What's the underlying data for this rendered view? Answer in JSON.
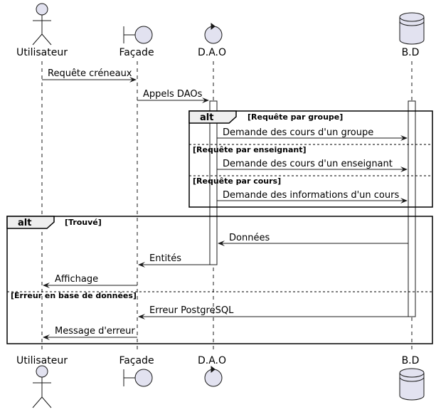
{
  "participants": {
    "user": "Utilisateur",
    "facade": "Façade",
    "dao": "D.A.O",
    "db": "B.D"
  },
  "messages": {
    "m1": "Requête créneaux",
    "m2": "Appels DAOs",
    "m3": "Demande des cours d'un groupe",
    "m4": "Demande des cours d'un enseignant",
    "m5": "Demande des informations d'un cours",
    "m6": "Données",
    "m7": "Entités",
    "m8": "Affichage",
    "m9": "Erreur PostgreSQL",
    "m10": "Message d'erreur"
  },
  "fragments": {
    "inner_keyword": "alt",
    "inner_guard_1": "[Requête par groupe]",
    "inner_guard_2": "[Requête par enseignant]",
    "inner_guard_3": "[Requête par cours]",
    "outer_keyword": "alt",
    "outer_guard_1": "[Trouvé]",
    "outer_guard_2": "[Erreur en base de données]"
  }
}
